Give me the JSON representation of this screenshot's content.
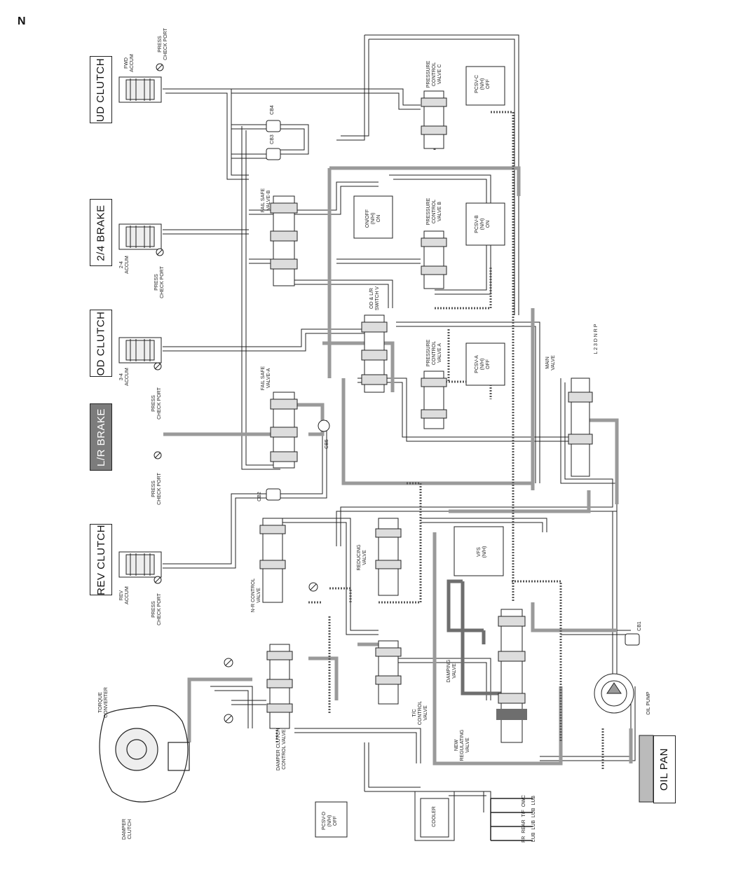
{
  "page_letter": "N",
  "components": {
    "ud_clutch": "UD CLUTCH",
    "brake_24": "2/4 BRAKE",
    "od_clutch": "OD CLUTCH",
    "lr_brake": "L/R BRAKE",
    "rev_clutch": "REV CLUTCH",
    "oil_pan": "OIL PAN"
  },
  "labels": {
    "fwd_accum": "FWD\nACCUM",
    "press_check_ud": "PRESS\nCHECK PORT",
    "accum_24": "2-4\nACCUM",
    "press_check_24": "PRESS\nCHECK PORT",
    "accum_34": "3-4\nACCUM",
    "press_check_od": "PRESS\nCHECK PORT",
    "press_check_lr": "PRESS\nCHECK PORT",
    "rev_accum": "REV\nACCUM",
    "press_check_rev": "PRESS\nCHECK PORT",
    "cb4": "CB4",
    "cb3": "CB3",
    "cb5": "CB5",
    "cb2": "CB2",
    "cb1": "CB1",
    "fail_safe_b": "FAIL SAFE\nVALVE-B",
    "fail_safe_a": "FAIL SAFE\nVALVE-A",
    "pcv_c": "PRESSURE\nCONTROL\nVALVE C",
    "pcsv_c": "PCSV-C\n(N/H)\nOFF",
    "onoff_solenoid": "ON/OFF\n(N/H)\nON",
    "pcv_b": "PRESSURE\nCONTROL\nVALVE B",
    "pcsv_b": "PCSV-B\n(N/H)\nON",
    "od_lr_switch": "OD & L/R\nSWITCH V",
    "pcv_a": "PRESSURE\nCONTROL\nVALVE A",
    "pcsv_a": "PCSV-A\n(N/H)\nOFF",
    "main_valve": "MAIN\nVALVE",
    "shift_positions": "L 2 3 D N R P",
    "nr_control": "N-R CONTROL\nVALVE",
    "reducing_valve": "REDUCING\nVALVE",
    "vfs": "VFS\n(N/H)",
    "torque_converter": "TORQUE\nCONVERTER",
    "damper_clutch": "DAMPER\nCLUTCH",
    "damper_clutch_control": "DAMPER CLUTCH\nCONTROL VALVE",
    "tc_control": "T/C\nCONTROL\nVALVE",
    "damping_valve": "DAMPING\nVALVE",
    "new_regulating": "NEW\nREGULATING\nVALVE",
    "oil_pump": "OIL PUMP",
    "pcsv_d": "PCSV-D\n(N/H)\nOFF",
    "cooler": "COOLER",
    "lube_top": "FR  REAR  T/F  OWC",
    "lube_bottom": "LUB  LUB  LUB  LUB"
  },
  "colors": {
    "line": "#222222",
    "pressure_fill": "#9a9a9a",
    "dark_fill": "#6e6e6e",
    "lr_brake_fill": "#7c7c7c"
  }
}
